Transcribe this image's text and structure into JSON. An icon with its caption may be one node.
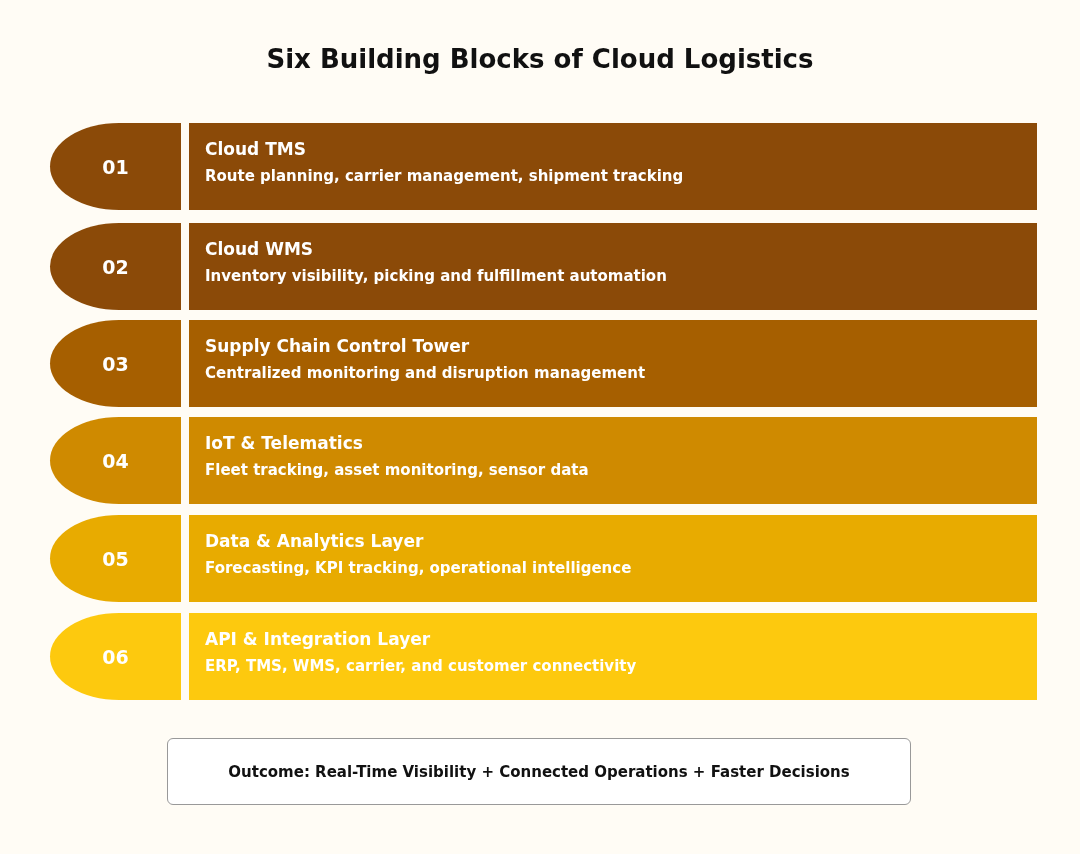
{
  "diagram": {
    "title": "Six Building Blocks of Cloud Logistics",
    "nodes": [
      {
        "text": [
          "01"
        ]
      },
      {
        "text": [
          "Cloud TMS",
          "Route planning, carrier management, shipment tracking"
        ]
      },
      {
        "text": [
          "02"
        ]
      },
      {
        "text": [
          "Cloud WMS",
          "Inventory visibility, picking and fulfillment automation"
        ]
      },
      {
        "text": [
          "03"
        ]
      },
      {
        "text": [
          "Supply Chain Control Tower",
          "Centralized monitoring and disruption management"
        ]
      },
      {
        "text": [
          "04"
        ]
      },
      {
        "text": [
          "IoT & Telematics",
          "Fleet tracking, asset monitoring, sensor data"
        ]
      },
      {
        "text": [
          "05"
        ]
      },
      {
        "text": [
          "Data & Analytics Layer",
          "Forecasting, KPI tracking, operational intelligence"
        ]
      },
      {
        "text": [
          "06"
        ]
      },
      {
        "text": [
          "API & Integration Layer",
          "ERP, TMS, WMS, carrier, and customer connectivity"
        ]
      },
      {
        "text": [
          "Outcome: Real-Time Visibility + Connected Operations + Faster Decisions"
        ]
      }
    ]
  }
}
